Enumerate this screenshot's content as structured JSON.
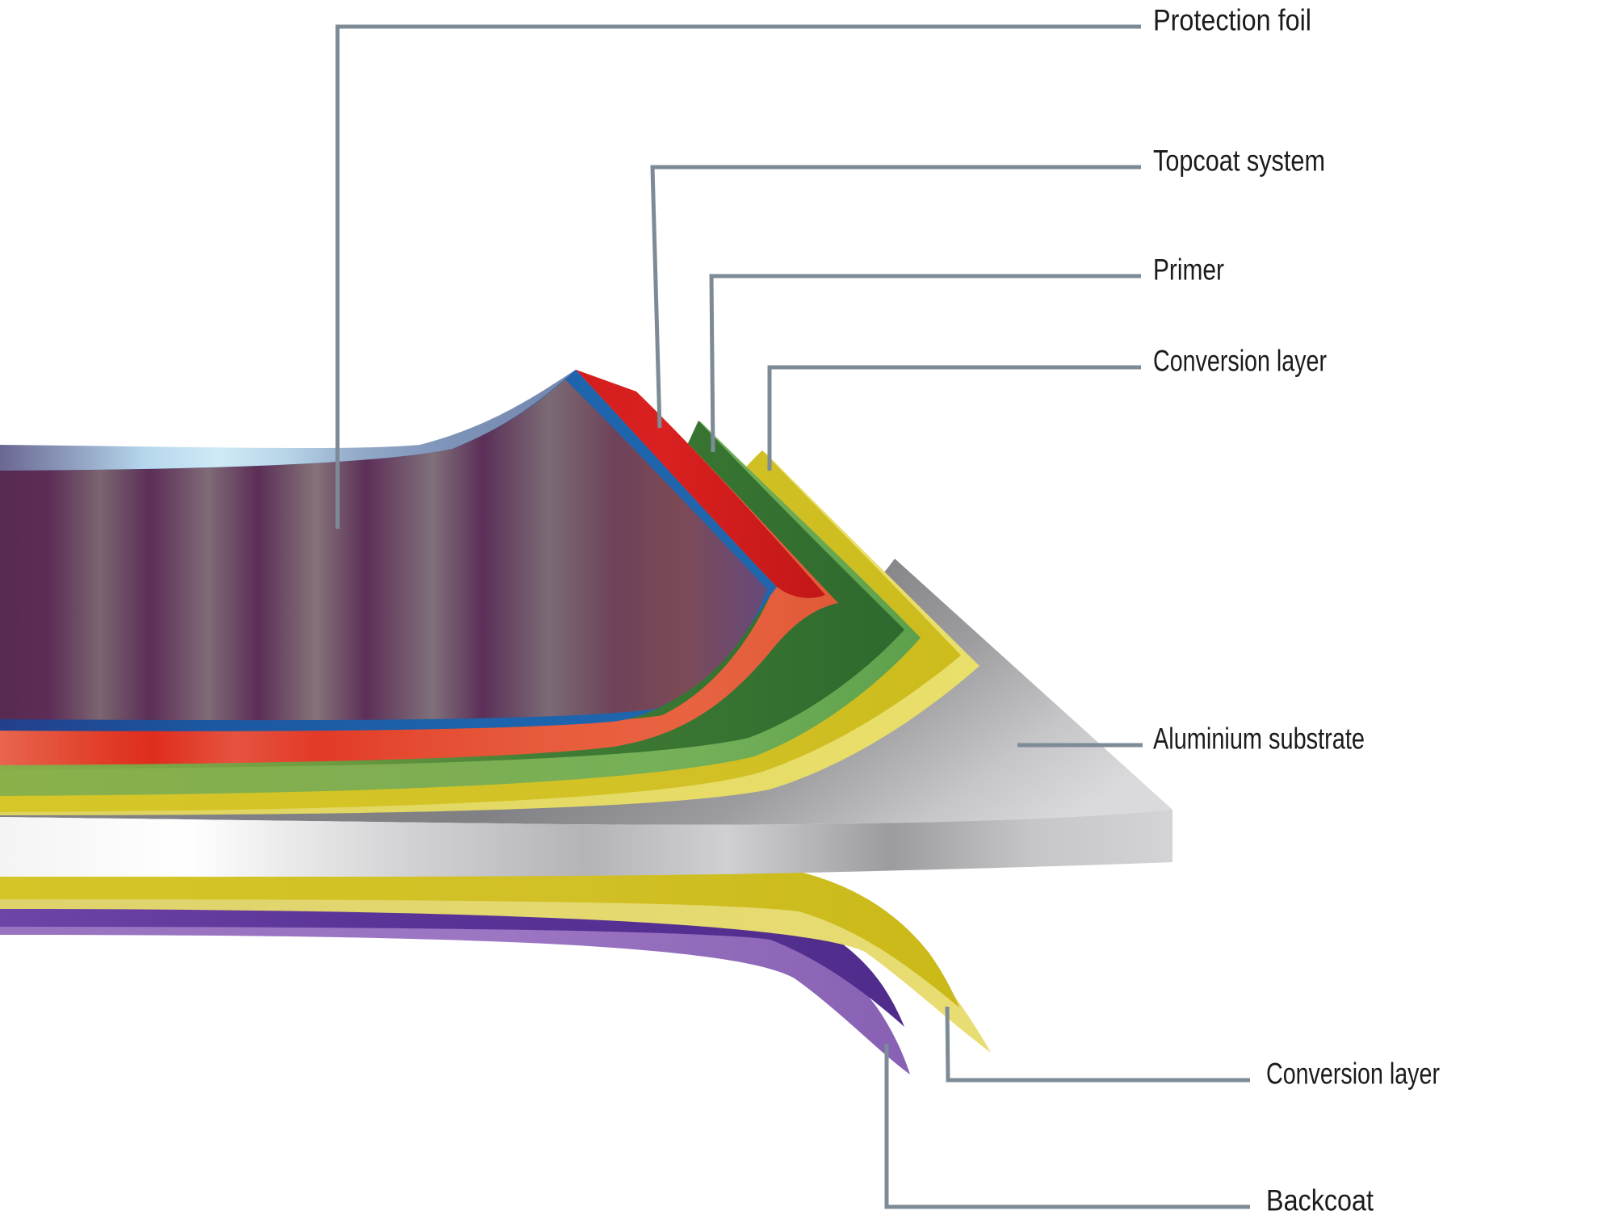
{
  "diagram": {
    "type": "coated-aluminium-layer-structure",
    "background": "#ffffff",
    "leader_line_color": "#7d8b96",
    "label_color": "#1b1b1b",
    "labels": {
      "protection_foil": "Protection foil",
      "topcoat_system": "Topcoat system",
      "primer": "Primer",
      "conversion_layer_top": "Conversion layer",
      "aluminium_substrate": "Aluminium substrate",
      "conversion_layer_bottom": "Conversion layer",
      "backcoat": "Backcoat"
    },
    "layers_top_to_bottom": [
      {
        "name": "Protection foil",
        "surface_color": "#5d2f58",
        "top_edge_color": "#b5d6ec",
        "bottom_edge_color": "#1d64ad"
      },
      {
        "name": "Topcoat system",
        "surface_color": "#da2020",
        "edge_color": "#e8653f"
      },
      {
        "name": "Primer",
        "surface_color": "#2d682d",
        "edge_color": "#8ab04a"
      },
      {
        "name": "Conversion layer",
        "surface_color": "#d2c126",
        "edge_color": "#e0d55e"
      },
      {
        "name": "Aluminium substrate",
        "surface_color": "#9c9c9f",
        "face_color": "#f0f0f1"
      },
      {
        "name": "Conversion layer",
        "surface_color": "#d1c026",
        "edge_color": "#ded26b"
      },
      {
        "name": "Backcoat",
        "surface_color": "#5b3498",
        "edge_color": "#9c76c3"
      }
    ]
  }
}
